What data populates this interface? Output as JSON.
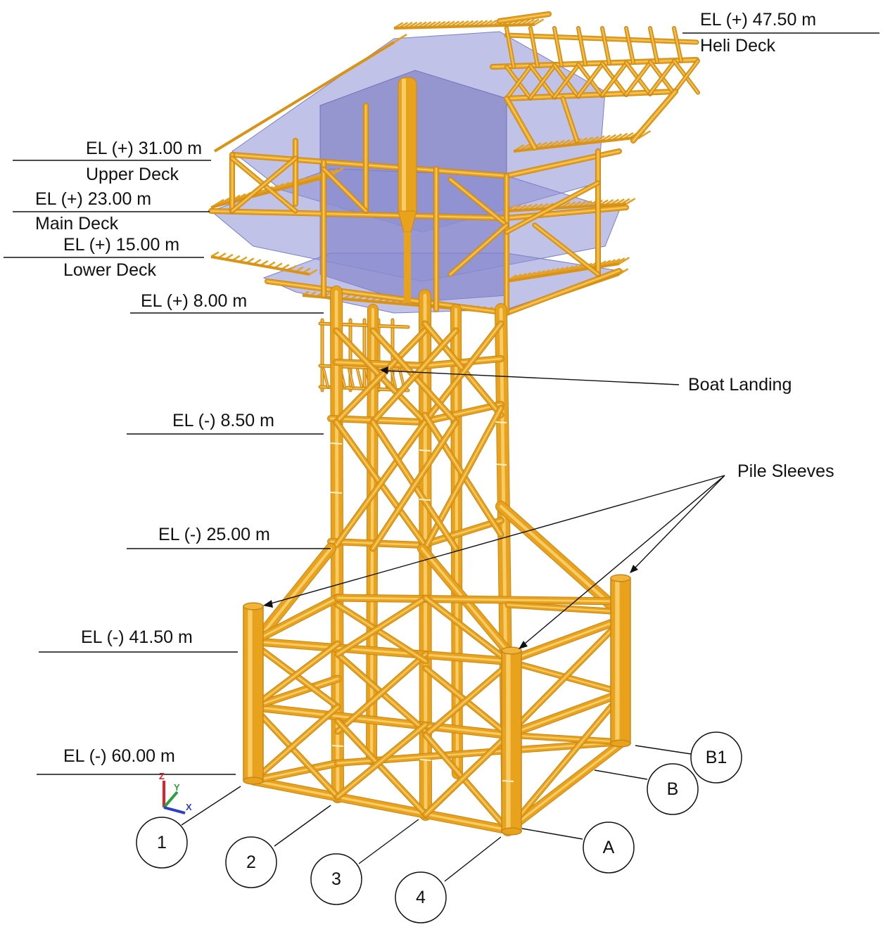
{
  "elevations": [
    {
      "id": "heli",
      "value": "EL (+) 47.50 m",
      "deck": "Heli Deck"
    },
    {
      "id": "upper",
      "value": "EL (+) 31.00 m",
      "deck": "Upper Deck"
    },
    {
      "id": "main",
      "value": "EL (+) 23.00 m",
      "deck": "Main Deck"
    },
    {
      "id": "lower",
      "value": "EL (+) 15.00 m",
      "deck": "Lower Deck"
    },
    {
      "id": "el8",
      "value": "EL (+) 8.00 m",
      "deck": ""
    },
    {
      "id": "el85",
      "value": "EL (-) 8.50 m",
      "deck": ""
    },
    {
      "id": "el25",
      "value": "EL (-) 25.00 m",
      "deck": ""
    },
    {
      "id": "el415",
      "value": "EL (-) 41.50 m",
      "deck": ""
    },
    {
      "id": "el60",
      "value": "EL (-) 60.00 m",
      "deck": ""
    }
  ],
  "callouts": {
    "boat_landing": "Boat Landing",
    "pile_sleeves": "Pile Sleeves"
  },
  "grid_rows": [
    "1",
    "2",
    "3",
    "4"
  ],
  "grid_cols": [
    "A",
    "B",
    "B1"
  ],
  "axis_triad": {
    "z": "Z",
    "y": "Y",
    "x": "X"
  },
  "colors": {
    "steel": "#E8A21C",
    "steel_highlight": "#F6C24A",
    "deck_plate": "#8E8FD4",
    "axis_z": "#E0202A",
    "axis_y": "#2AA13A",
    "axis_x": "#2B3FC8"
  }
}
